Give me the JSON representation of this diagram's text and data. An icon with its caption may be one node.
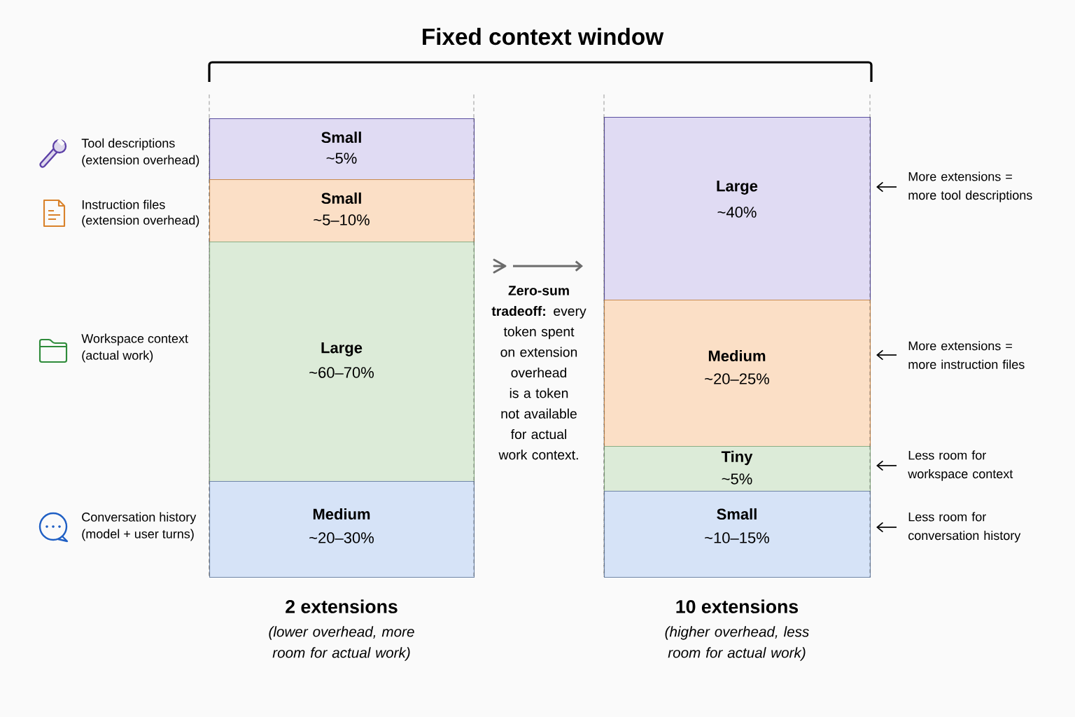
{
  "diagram": {
    "title": "Fixed context window",
    "nodes": [
      {
        "text": [
          "2 extensions",
          "(lower overhead, more room for actual work)"
        ]
      },
      {
        "text": [
          "Small",
          "~5%"
        ],
        "in": 0
      },
      {
        "text": [
          "Small",
          "~5–10%"
        ],
        "in": 0
      },
      {
        "text": [
          "Large",
          "~60–70%"
        ],
        "in": 0
      },
      {
        "text": [
          "Medium",
          "~20–30%"
        ],
        "in": 0
      },
      {
        "text": [
          "10 extensions",
          "(higher overhead, less room for actual work)"
        ]
      },
      {
        "text": [
          "Large",
          "~40%"
        ],
        "in": 5
      },
      {
        "text": [
          "Medium",
          "~20–25%"
        ],
        "in": 5
      },
      {
        "text": [
          "Tiny",
          "~5%"
        ],
        "in": 5
      },
      {
        "text": [
          "Small",
          "~10–15%"
        ],
        "in": 5
      },
      {
        "text": [
          "More extensions = more tool descriptions"
        ]
      },
      {
        "text": [
          "More extensions = more instruction files"
        ]
      },
      {
        "text": [
          "Less room for workspace context"
        ]
      },
      {
        "text": [
          "Less room for conversation history"
        ]
      },
      {
        "text": [
          "**Zero-sum tradeoff:** every token spent on extension overhead is a token not available for actual work context."
        ]
      }
    ],
    "edges": [
      {
        "from": 10,
        "to": 6,
        "arrow": "to"
      },
      {
        "from": 11,
        "to": 7,
        "arrow": "to"
      },
      {
        "from": 12,
        "to": 8,
        "arrow": "to"
      },
      {
        "from": 13,
        "to": 9,
        "arrow": "to"
      }
    ],
    "labels": [
      "Tool descriptions",
      "(extension overhead)",
      "Instruction files",
      "(extension overhead)",
      "Workspace context",
      "(actual work)",
      "Conversation history",
      "(model + user turns)"
    ]
  }
}
